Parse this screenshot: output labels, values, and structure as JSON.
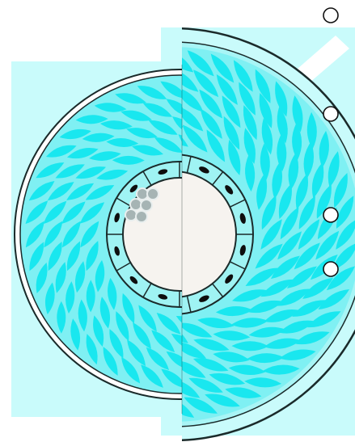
{
  "diagram": {
    "description_visible_text": "",
    "labels": [],
    "structures": [
      {
        "name": "tunica-adventitia",
        "visible": true
      },
      {
        "name": "tunica-media",
        "visible": true
      },
      {
        "name": "endothelium",
        "visible": true
      },
      {
        "name": "lumen",
        "visible": true
      },
      {
        "name": "blood-cells-cluster",
        "visible": true
      }
    ],
    "callout_markers": 4
  },
  "colors": {
    "background": "#ffffff",
    "pale_cyan": "#c9fbfb",
    "cyan_cell": "#19e7ef",
    "mid_cyan": "#7ff0f3",
    "outline": "#1a2a2a",
    "lumen": "#f6f3ef",
    "nucleus": "#0e0e0e",
    "blood_cell": "#a6b4b4"
  }
}
